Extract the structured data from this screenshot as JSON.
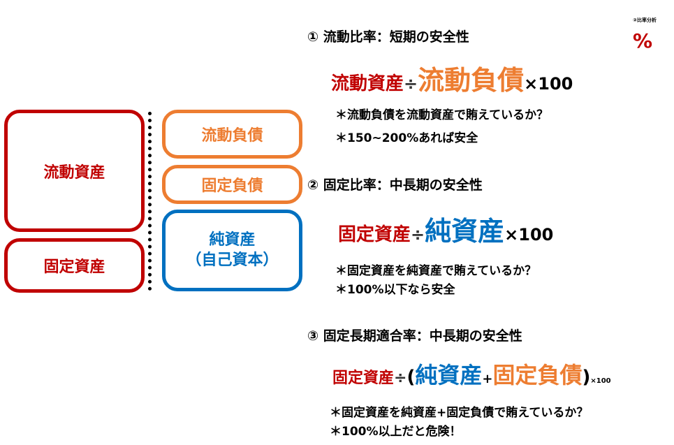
{
  "logo": {
    "caption": "②比率分析",
    "symbol": "%"
  },
  "balance_sheet": {
    "current_assets": "流動資産",
    "fixed_assets": "固定資産",
    "current_liabilities": "流動負債",
    "fixed_liabilities": "固定負債",
    "net_assets": "純資産",
    "net_assets_sub": "（自己資本）"
  },
  "ratios": [
    {
      "heading": "① 流動比率：短期の安全性",
      "formula": {
        "numerator": "流動資産",
        "div": "÷",
        "denominator": "流動負債",
        "times": "×100"
      },
      "notes": [
        "＊流動負債を流動資産で賄えているか？",
        "＊150~200%あれば安全"
      ]
    },
    {
      "heading": "② 固定比率：中長期の安全性",
      "formula": {
        "numerator": "固定資産",
        "div": "÷",
        "denominator": "純資産",
        "times": "×100"
      },
      "notes": [
        "＊固定資産を純資産で賄えているか？",
        "＊100%以下なら安全"
      ]
    },
    {
      "heading": "③ 固定長期適合率：中長期の安全性",
      "formula": {
        "numerator": "固定資産",
        "div": "÷",
        "open": "(",
        "term1": "純資産",
        "plus": "+",
        "term2": "固定負債",
        "close": ")",
        "times": "×100"
      },
      "notes": [
        "＊固定資産を純資産+固定負債で賄えているか？",
        "＊100%以上だと危険！"
      ]
    }
  ]
}
